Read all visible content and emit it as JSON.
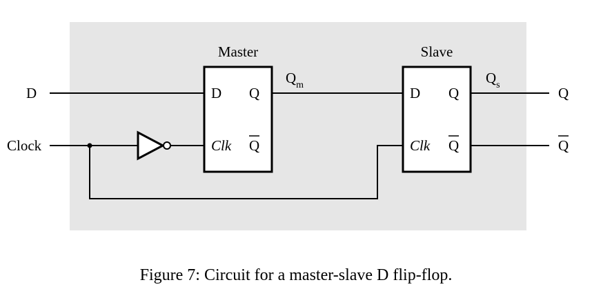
{
  "diagram": {
    "background_color": "#e6e6e6",
    "inputs": {
      "d": "D",
      "clock": "Clock"
    },
    "outputs": {
      "q": "Q",
      "q_bar": "Q"
    },
    "master": {
      "title": "Master",
      "pin_d": "D",
      "pin_q": "Q",
      "pin_clk": "Clk",
      "pin_q_bar": "Q"
    },
    "slave": {
      "title": "Slave",
      "pin_d": "D",
      "pin_q": "Q",
      "pin_clk": "Clk",
      "pin_q_bar": "Q"
    },
    "signals": {
      "qm_main": "Q",
      "qm_sub": "m",
      "qs_main": "Q",
      "qs_sub": "s"
    },
    "inverter_icon": "not-gate-icon"
  },
  "caption": "Figure 7: Circuit for a master-slave D flip-flop."
}
